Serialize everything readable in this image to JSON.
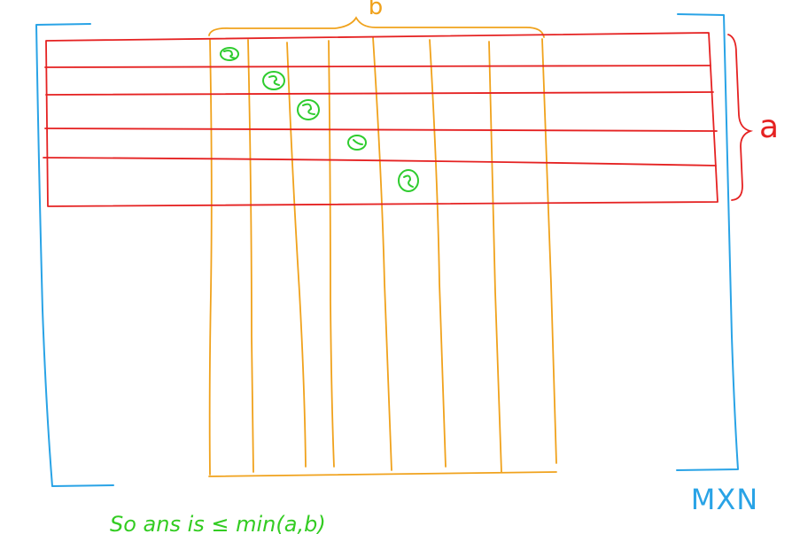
{
  "labels": {
    "top_brace": "b",
    "right_brace": "a",
    "matrix_size": "MXN",
    "conclusion": "So ans is  ≤ min(a,b)"
  },
  "colors": {
    "bracket": "#29a3e6",
    "rows": "#e52222",
    "columns": "#f0a21c",
    "marks": "#2ecc2e",
    "conclusion": "#33cc22"
  },
  "counts": {
    "rows": 5,
    "columns": 8,
    "marks": 5
  }
}
